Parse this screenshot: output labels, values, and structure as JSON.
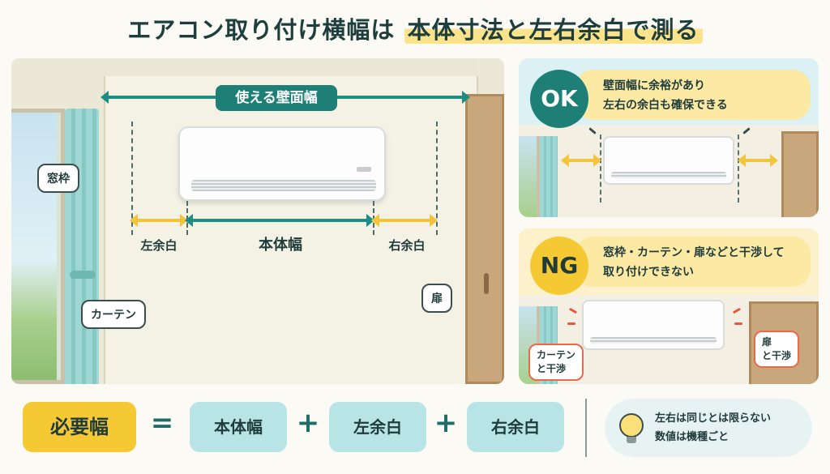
{
  "title": {
    "part1": "エアコン取り付け横幅は",
    "part2": "本体寸法と左右余白で測る"
  },
  "room": {
    "usable_wall_width": "使える壁面幅",
    "left_margin": "左余白",
    "body_width": "本体幅",
    "right_margin": "右余白",
    "window_frame": "窓枠",
    "curtain": "カーテン",
    "door": "扉"
  },
  "ok_panel": {
    "badge": "OK",
    "line1": "壁面幅に余裕があり",
    "line2": "左右の余白も確保できる"
  },
  "ng_panel": {
    "badge": "NG",
    "line1": "窓枠・カーテン・扉などと干渉して",
    "line2": "取り付けできない",
    "curtain_line1": "カーテン",
    "curtain_line2": "と干渉",
    "door_line1": "扉",
    "door_line2": "と干渉"
  },
  "formula": {
    "result": "必要幅",
    "equals": "=",
    "term1": "本体幅",
    "plus1": "+",
    "term2": "左余白",
    "plus2": "+",
    "term3": "右余白"
  },
  "note": {
    "line1": "左右は同じとは限らない",
    "line2": "数値は機種ごと"
  },
  "colors": {
    "teal": "#1d7f76",
    "yellow": "#f5c933",
    "warning": "#e8553a"
  }
}
